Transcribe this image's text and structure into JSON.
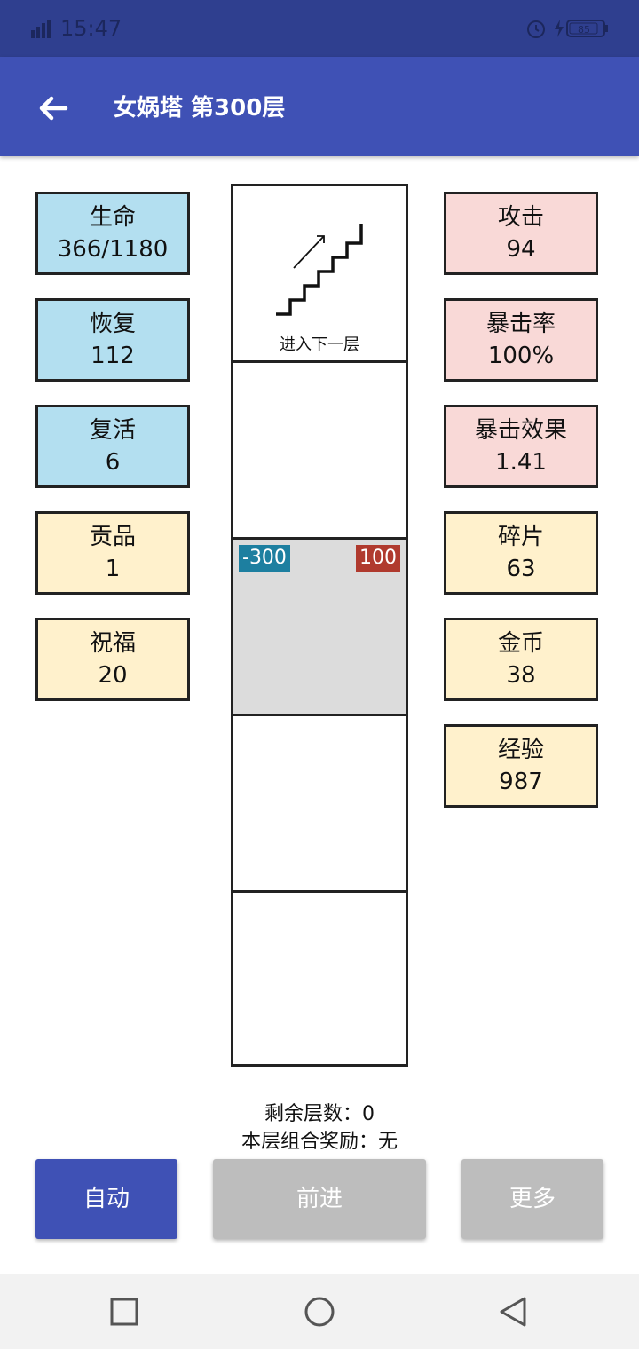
{
  "status_bar": {
    "time": "15:47",
    "battery": "85"
  },
  "app_bar": {
    "title": "女娲塔 第300层"
  },
  "left_stats": [
    {
      "label": "生命",
      "value": "366/1180",
      "color": "#b3dff0"
    },
    {
      "label": "恢复",
      "value": "112",
      "color": "#b3dff0"
    },
    {
      "label": "复活",
      "value": "6",
      "color": "#b3dff0"
    },
    {
      "label": "贡品",
      "value": "1",
      "color": "#fff1cc"
    },
    {
      "label": "祝福",
      "value": "20",
      "color": "#fff1cc"
    }
  ],
  "right_stats": [
    {
      "label": "攻击",
      "value": "94",
      "color": "#f9d9d7"
    },
    {
      "label": "暴击率",
      "value": "100%",
      "color": "#f9d9d7"
    },
    {
      "label": "暴击效果",
      "value": "1.41",
      "color": "#f9d9d7"
    },
    {
      "label": "碎片",
      "value": "63",
      "color": "#fff1cc"
    },
    {
      "label": "金币",
      "value": "38",
      "color": "#fff1cc"
    },
    {
      "label": "经验",
      "value": "987",
      "color": "#fff1cc"
    }
  ],
  "tower": {
    "stairs_label": "进入下一层",
    "enemy": {
      "defense": "-300",
      "attack": "100"
    }
  },
  "info": {
    "remaining": "剩余层数：0",
    "combo_reward": "本层组合奖励：无"
  },
  "buttons": {
    "auto": "自动",
    "forward": "前进",
    "more": "更多"
  },
  "icons": {
    "back": "arrow-left-icon",
    "stairs": "stairs-up-icon",
    "nav_recents": "square-icon",
    "nav_home": "circle-icon",
    "nav_back": "triangle-left-icon"
  }
}
